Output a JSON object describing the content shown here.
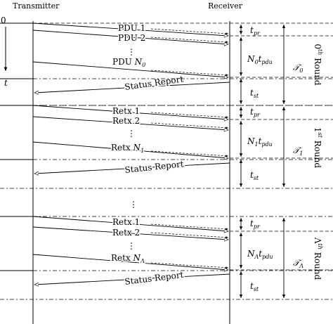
{
  "header": {
    "transmitter": "Transmitter",
    "receiver": "Receiver"
  },
  "axis": {
    "origin": "0",
    "time": "t"
  },
  "rounds": [
    {
      "label": "0th Round",
      "base": "0",
      "sup": "th",
      "word": "Round",
      "tau": "𝒯",
      "tau_sub": "0",
      "packets": [
        {
          "base": "PDU",
          "suffix": "1",
          "suffix_sub": ""
        },
        {
          "base": "PDU",
          "suffix": "2",
          "suffix_sub": ""
        },
        {
          "base": "PDU",
          "suffix": "N",
          "suffix_sub": "0"
        }
      ],
      "n_label": "N",
      "n_sub": "0",
      "t_pdu": "t",
      "t_pdu_sub": "pdu",
      "status": "Status Report"
    },
    {
      "label": "1st Round",
      "base": "1",
      "sup": "st",
      "word": "Round",
      "tau": "𝒯",
      "tau_sub": "1",
      "packets": [
        {
          "base": "Retx",
          "suffix": "1",
          "suffix_sub": ""
        },
        {
          "base": "Retx",
          "suffix": "2",
          "suffix_sub": ""
        },
        {
          "base": "Retx",
          "suffix": "N",
          "suffix_sub": "1"
        }
      ],
      "n_label": "N",
      "n_sub": "1",
      "t_pdu": "t",
      "t_pdu_sub": "pdu",
      "status": "Status Report"
    },
    {
      "label": "Λth Round",
      "base": "Λ",
      "sup": "th",
      "word": "Round",
      "tau": "𝒯",
      "tau_sub": "Λ",
      "packets": [
        {
          "base": "Retx",
          "suffix": "1",
          "suffix_sub": ""
        },
        {
          "base": "Retx",
          "suffix": "2",
          "suffix_sub": ""
        },
        {
          "base": "Retx",
          "suffix": "N",
          "suffix_sub": "Λ"
        }
      ],
      "n_label": "N",
      "n_sub": "Λ",
      "t_pdu": "t",
      "t_pdu_sub": "pdu",
      "status": "Status Report"
    }
  ],
  "timing": {
    "t": "t",
    "pr_sub": "pr",
    "st_sub": "st"
  },
  "dots": "⋮"
}
